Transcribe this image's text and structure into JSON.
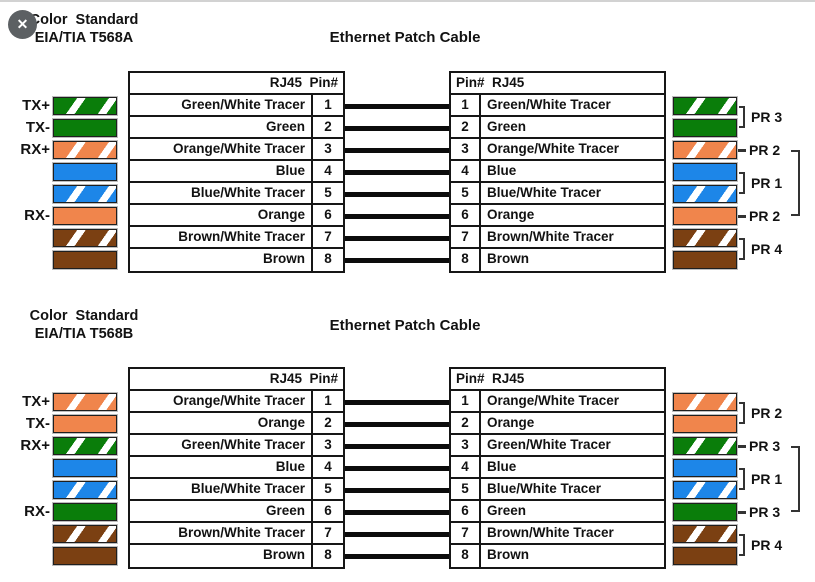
{
  "ui": {
    "close_icon": "✕"
  },
  "colors": {
    "green": "#0a7d0a",
    "orange": "#f0854c",
    "blue": "#1d86e8",
    "brown": "#7b4012",
    "line": "#0c0c0c",
    "stripe": "#ffffff"
  },
  "diagrams": [
    {
      "id": "t568a",
      "standard_line1": "Color  Standard",
      "standard_line2": "EIA/TIA T568A",
      "title": "Ethernet Patch Cable",
      "left_table_header": "RJ45  Pin#",
      "right_table_header": "Pin#  RJ45",
      "rows": [
        {
          "pin": "1",
          "name": "Green/White Tracer",
          "color": "green",
          "tracer": true,
          "signal": "TX+"
        },
        {
          "pin": "2",
          "name": "Green",
          "color": "green",
          "tracer": false,
          "signal": "TX-"
        },
        {
          "pin": "3",
          "name": "Orange/White Tracer",
          "color": "orange",
          "tracer": true,
          "signal": "RX+"
        },
        {
          "pin": "4",
          "name": "Blue",
          "color": "blue",
          "tracer": false,
          "signal": ""
        },
        {
          "pin": "5",
          "name": "Blue/White Tracer",
          "color": "blue",
          "tracer": true,
          "signal": ""
        },
        {
          "pin": "6",
          "name": "Orange",
          "color": "orange",
          "tracer": false,
          "signal": "RX-"
        },
        {
          "pin": "7",
          "name": "Brown/White Tracer",
          "color": "brown",
          "tracer": true,
          "signal": ""
        },
        {
          "pin": "8",
          "name": "Brown",
          "color": "brown",
          "tracer": false,
          "signal": ""
        }
      ],
      "pairs": [
        {
          "label": "PR 3",
          "style": "bracket",
          "from": 1,
          "to": 2
        },
        {
          "label": "PR 2",
          "style": "split",
          "from": 3,
          "to": 6
        },
        {
          "label": "PR 1",
          "style": "bracket",
          "from": 4,
          "to": 5
        },
        {
          "label": "PR 4",
          "style": "bracket",
          "from": 7,
          "to": 8
        }
      ]
    },
    {
      "id": "t568b",
      "standard_line1": "Color  Standard",
      "standard_line2": "EIA/TIA T568B",
      "title": "Ethernet Patch Cable",
      "left_table_header": "RJ45  Pin#",
      "right_table_header": "Pin#  RJ45",
      "rows": [
        {
          "pin": "1",
          "name": "Orange/White Tracer",
          "color": "orange",
          "tracer": true,
          "signal": "TX+"
        },
        {
          "pin": "2",
          "name": "Orange",
          "color": "orange",
          "tracer": false,
          "signal": "TX-"
        },
        {
          "pin": "3",
          "name": "Green/White Tracer",
          "color": "green",
          "tracer": true,
          "signal": "RX+"
        },
        {
          "pin": "4",
          "name": "Blue",
          "color": "blue",
          "tracer": false,
          "signal": ""
        },
        {
          "pin": "5",
          "name": "Blue/White Tracer",
          "color": "blue",
          "tracer": true,
          "signal": ""
        },
        {
          "pin": "6",
          "name": "Green",
          "color": "green",
          "tracer": false,
          "signal": "RX-"
        },
        {
          "pin": "7",
          "name": "Brown/White Tracer",
          "color": "brown",
          "tracer": true,
          "signal": ""
        },
        {
          "pin": "8",
          "name": "Brown",
          "color": "brown",
          "tracer": false,
          "signal": ""
        }
      ],
      "pairs": [
        {
          "label": "PR 2",
          "style": "bracket",
          "from": 1,
          "to": 2
        },
        {
          "label": "PR 3",
          "style": "split",
          "from": 3,
          "to": 6
        },
        {
          "label": "PR 1",
          "style": "bracket",
          "from": 4,
          "to": 5
        },
        {
          "label": "PR 4",
          "style": "bracket",
          "from": 7,
          "to": 8
        }
      ]
    }
  ]
}
